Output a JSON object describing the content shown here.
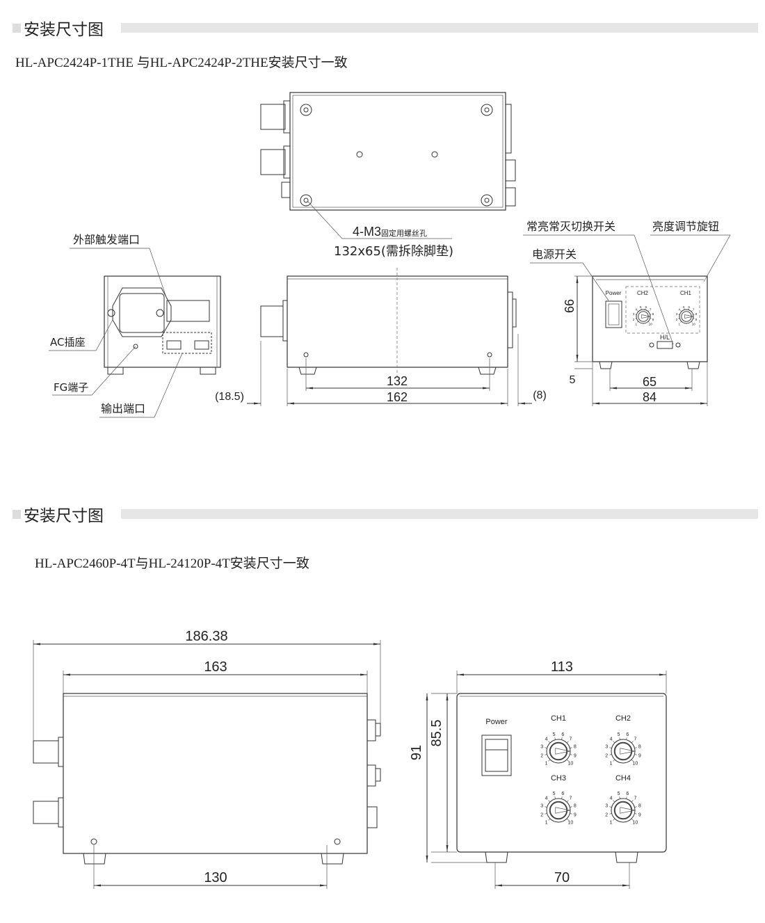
{
  "section1": {
    "header": "安装尺寸图",
    "subtitle": "HL-APC2424P-1THE 与HL-APC2424P-2THE安装尺寸一致",
    "labels": {
      "external_trigger": "外部触发端口",
      "ac_socket": "AC插座",
      "fg_terminal": "FG端子",
      "output_port": "输出端口",
      "screw_holes_main": "4-M3",
      "screw_holes_sub": "固定用螺丝孔",
      "screw_spacing": "132x65(需拆除脚垫)",
      "toggle_switch": "常亮常灭切换开关",
      "brightness_knob": "亮度调节旋钮",
      "power_switch": "电源开关"
    },
    "panel": {
      "power": "Power",
      "ch2": "CH2",
      "ch1": "CH1",
      "hl": "H/L"
    },
    "dims": {
      "d132": "132",
      "d162": "162",
      "d18_5": "(18.5)",
      "d8": "(8)",
      "d66": "66",
      "d5": "5",
      "d65": "65",
      "d84": "84"
    }
  },
  "section2": {
    "header": "安装尺寸图",
    "subtitle": "HL-APC2460P-4T与HL-24120P-4T安装尺寸一致",
    "panel": {
      "power": "Power",
      "ch1": "CH1",
      "ch2": "CH2",
      "ch3": "CH3",
      "ch4": "CH4"
    },
    "dims": {
      "d186_38": "186.38",
      "d163": "163",
      "d130": "130",
      "d113": "113",
      "d91": "91",
      "d85_5": "85.5",
      "d70": "70"
    }
  },
  "dial_scale": [
    "1",
    "2",
    "3",
    "4",
    "5",
    "6",
    "7",
    "8",
    "9",
    "10"
  ]
}
